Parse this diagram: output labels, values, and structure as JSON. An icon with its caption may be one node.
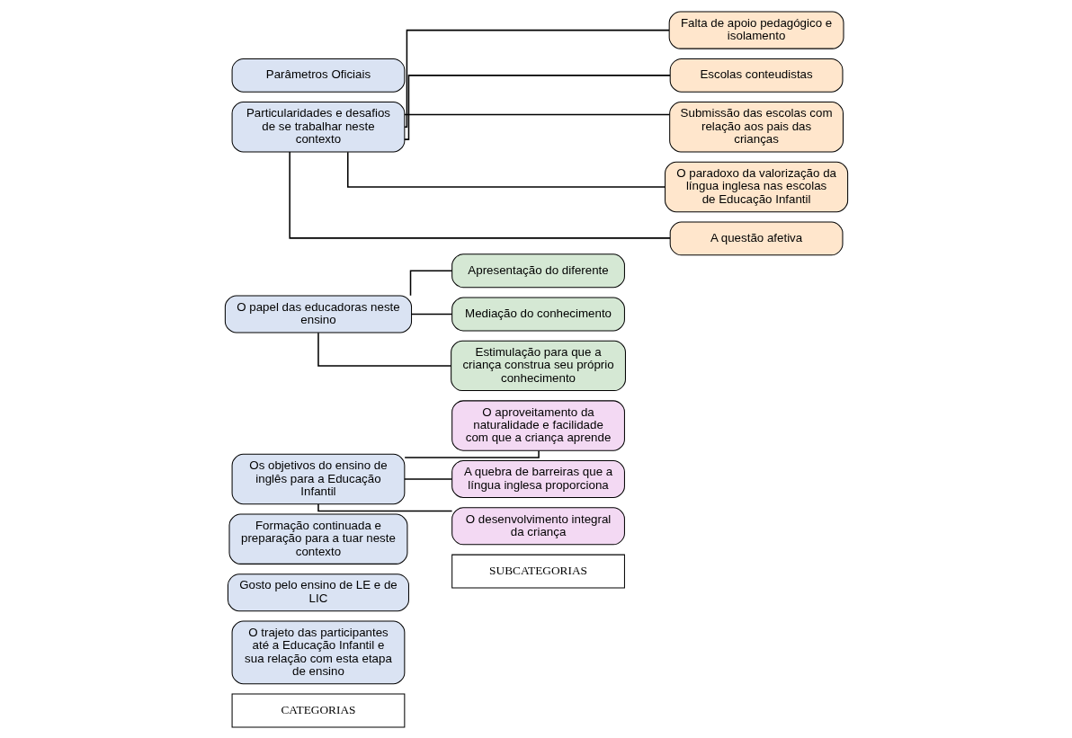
{
  "diagram": {
    "nodes": [
      {
        "text": [
          "CATEGORIAS"
        ]
      },
      {
        "text": [
          "SUBCATEGORIAS"
        ]
      },
      {
        "text": [
          "O trajeto das participantes até a Educação Infantil e sua relação com esta etapa de ensino"
        ]
      },
      {
        "text": [
          "Gosto pelo ensino de LE e de LIC"
        ]
      },
      {
        "text": [
          "Formação continuada e preparação para a tuar neste contexto"
        ]
      },
      {
        "text": [
          "Os objetivos do ensino de inglês para a Educação Infantil"
        ]
      },
      {
        "text": [
          "O papel das educadoras neste ensino"
        ]
      },
      {
        "text": [
          "Particularidades e desafios de se trabalhar neste contexto"
        ]
      },
      {
        "text": [
          "Parâmetros Oficiais"
        ]
      },
      {
        "text": [
          "O aproveitamento da naturalidade e facilidade com que a criança aprende"
        ]
      },
      {
        "text": [
          "A quebra de barreiras que a língua inglesa proporciona"
        ]
      },
      {
        "text": [
          "O desenvolvimento integral da criança"
        ]
      },
      {
        "text": [
          "Apresentação do diferente"
        ]
      },
      {
        "text": [
          "Mediação do conhecimento"
        ]
      },
      {
        "text": [
          "Estimulação para que a criança construa seu próprio conhecimento"
        ]
      },
      {
        "text": [
          "Falta de apoio pedagógico e isolamento"
        ]
      },
      {
        "text": [
          "Escolas conteudistas"
        ]
      },
      {
        "text": [
          "Submissão das escolas com relação aos pais das crianças"
        ]
      },
      {
        "text": [
          "O paradoxo da valorização da língua inglesa nas escolas de Educação Infantil"
        ]
      },
      {
        "text": [
          "A questão afetiva"
        ]
      }
    ],
    "edges": [
      {
        "from": 5,
        "to": 9,
        "arrow": "none"
      },
      {
        "from": 5,
        "to": 10,
        "arrow": "none"
      },
      {
        "from": 5,
        "to": 11,
        "arrow": "none"
      },
      {
        "from": 6,
        "to": 12,
        "arrow": "none"
      },
      {
        "from": 6,
        "to": 13,
        "arrow": "none"
      },
      {
        "from": 6,
        "to": 14,
        "arrow": "none"
      },
      {
        "from": 7,
        "to": 15,
        "arrow": "none"
      },
      {
        "from": 7,
        "to": 16,
        "arrow": "none"
      },
      {
        "from": 7,
        "to": 17,
        "arrow": "none"
      },
      {
        "from": 7,
        "to": 18,
        "arrow": "none"
      },
      {
        "from": 7,
        "to": 19,
        "arrow": "none"
      }
    ]
  }
}
